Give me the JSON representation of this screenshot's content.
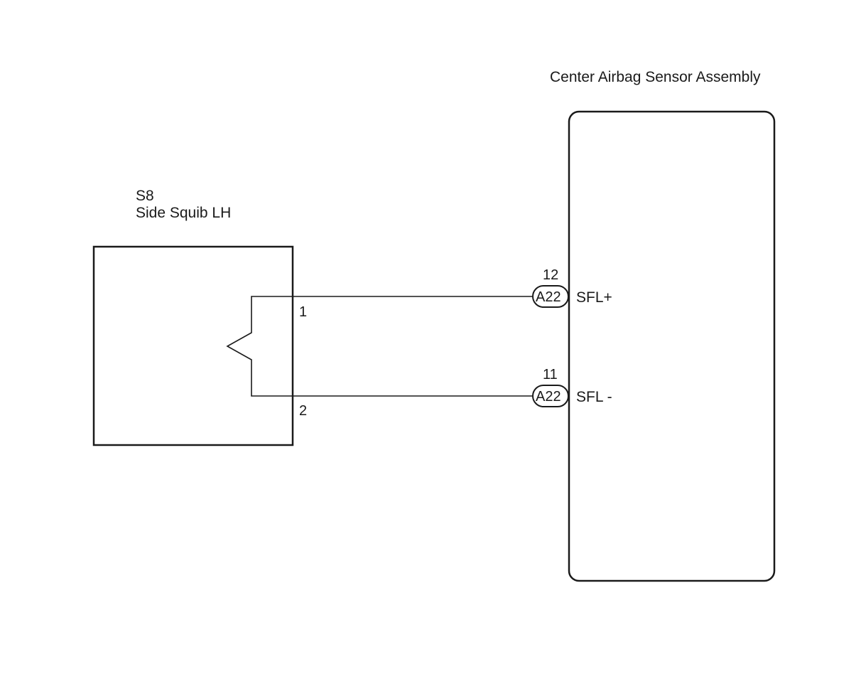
{
  "ecu": {
    "name": "Center Airbag Sensor Assembly"
  },
  "squib": {
    "code": "S8",
    "name": "Side Squib LH",
    "pins": [
      "1",
      "2"
    ]
  },
  "connections": [
    {
      "squib_pin": "1",
      "connector": "A22",
      "ecu_pin": "12",
      "signal": "SFL+"
    },
    {
      "squib_pin": "2",
      "connector": "A22",
      "ecu_pin": "11",
      "signal": "SFL -"
    }
  ]
}
